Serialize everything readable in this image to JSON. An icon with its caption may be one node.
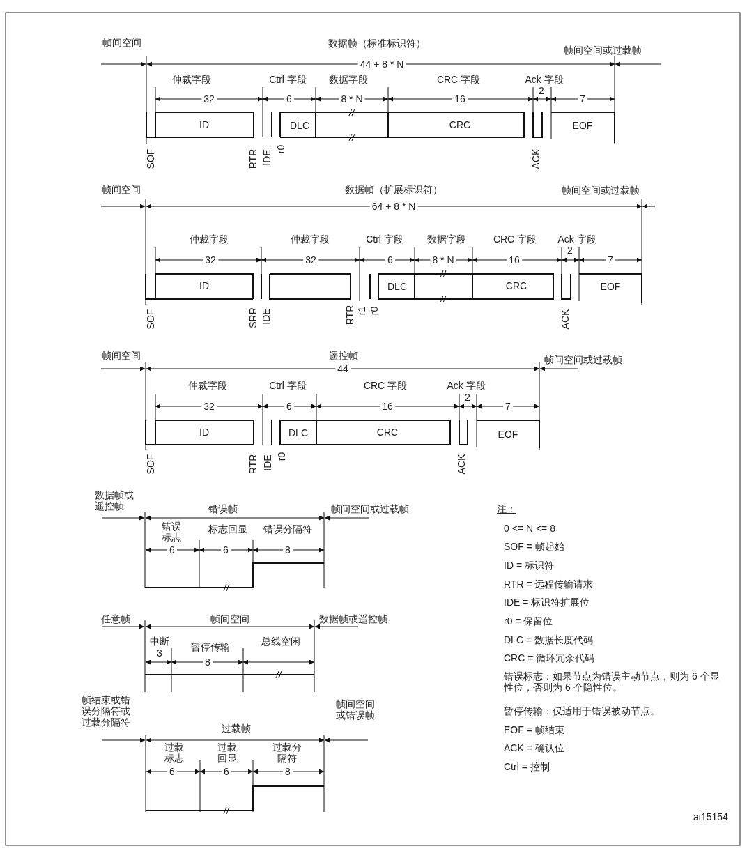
{
  "diagram": {
    "labels": [
      "帧间空间",
      "数据帧（标准标识符）",
      "帧间空间或过载帧",
      "44 + 8 * N",
      "仲裁字段",
      "Ctrl 字段",
      "数据字段",
      "CRC 字段",
      "Ack 字段",
      "32",
      "6",
      "8 * N",
      "2",
      "16",
      "7",
      "ID",
      "DLC",
      "CRC",
      "EOF",
      "SOF",
      "RTR",
      "IDE",
      "r0",
      "ACK",
      "帧间空间",
      "数据帧（扩展标识符）",
      "帧间空间或过载帧",
      "64 + 8 * N",
      "仲裁字段",
      "仲裁字段",
      "Ctrl 字段",
      "数据字段",
      "CRC 字段",
      "Ack 字段",
      "2",
      "32",
      "32",
      "6",
      "8 * N",
      "16",
      "7",
      "ID",
      "DLC",
      "CRC",
      "EOF",
      "SOF",
      "SRR",
      "IDE",
      "RTR",
      "r1",
      "r0",
      "ACK",
      "帧间空间",
      "遥控帧",
      "帧间空间或过载帧",
      "44",
      "仲裁字段",
      "Ctrl 字段",
      "CRC 字段",
      "Ack 字段",
      "2",
      "32",
      "6",
      "16",
      "7",
      "ID",
      "DLC",
      "CRC",
      "EOF",
      "SOF",
      "RTR",
      "IDE",
      "r0",
      "ACK",
      "数据帧或遥控帧",
      "错误帧",
      "帧间空间或过载帧",
      "错误标志",
      "标志回显",
      "错误分隔符",
      "6",
      "6",
      "8",
      "任意帧",
      "帧间空间",
      "数据帧或遥控帧",
      "中断",
      "3",
      "暂停传输",
      "总线空闲",
      "8",
      "帧结束或错误分隔符或过载分隔符",
      "过载帧",
      "帧间空间或错误帧",
      "过载标志",
      "过载回显",
      "过载分隔符",
      "6",
      "6",
      "8",
      "注：",
      "0 <= N <= 8",
      "SOF = 帧起始",
      "ID = 标识符",
      "RTR = 远程传输请求",
      "IDE = 标识符扩展位",
      "r0 = 保留位",
      "DLC = 数据长度代码",
      "CRC = 循环冗余代码",
      "错误标志：如果节点为错误主动节点，则为 6 个显性位，否则为 6 个隐性位。",
      "暂停传输：仅适用于错误被动节点。",
      "EOF = 帧结束",
      "ACK = 确认位",
      "Ctrl = 控制",
      "ai15154"
    ]
  }
}
